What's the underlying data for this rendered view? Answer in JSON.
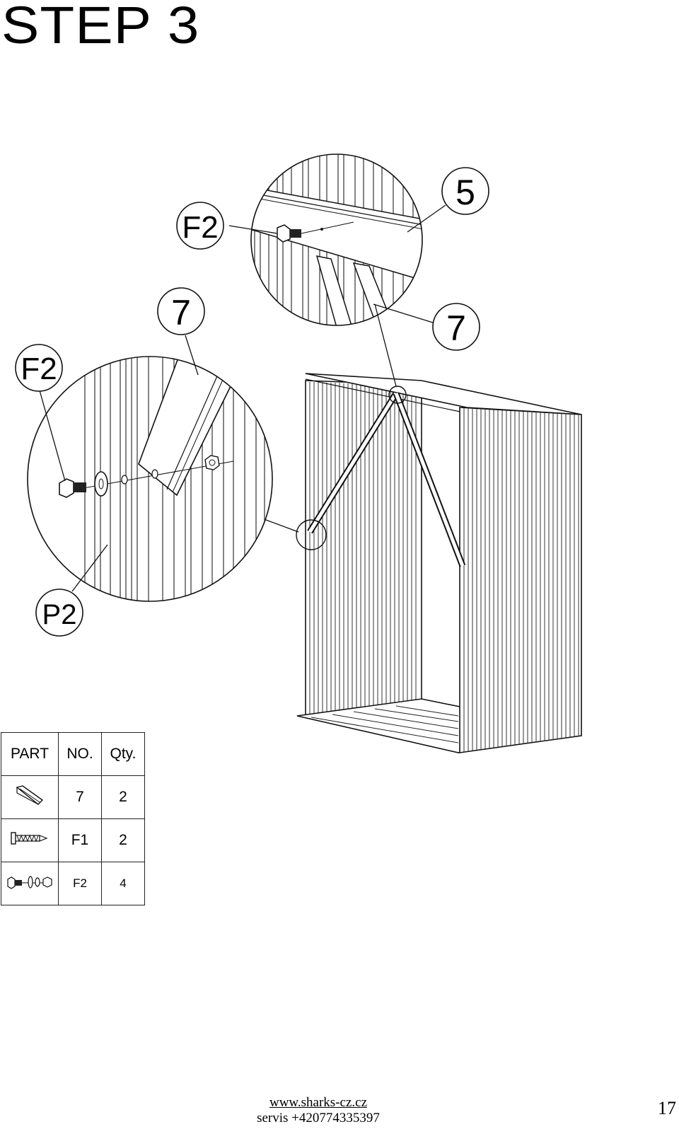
{
  "page": {
    "title": "STEP 3",
    "footer_url": "www.sharks-cz.cz",
    "footer_phone": "servis +420774335397",
    "page_number": "17"
  },
  "callouts": {
    "top_part": "5",
    "top_fastener": "F2",
    "top_brace": "7",
    "left_brace": "7",
    "left_fastener": "F2",
    "left_panel": "P2"
  },
  "parts_table": {
    "headers": [
      "PART",
      "NO.",
      "Qty."
    ],
    "rows": [
      {
        "icon": "brace-icon",
        "no": "7",
        "qty": "2"
      },
      {
        "icon": "screw-icon",
        "no": "F1",
        "qty": "2"
      },
      {
        "icon": "bolt-washer-nut-icon",
        "no": "F2",
        "qty": "4"
      }
    ]
  }
}
